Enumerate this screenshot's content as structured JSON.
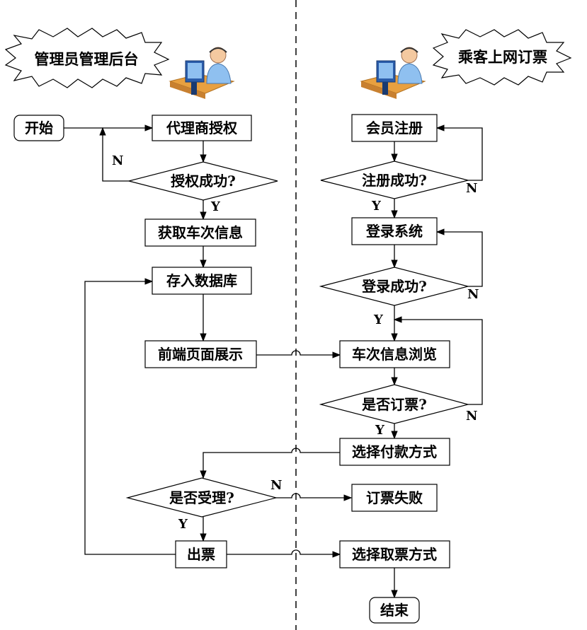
{
  "left_title": "管理员管理后台",
  "right_title": "乘客上网订票",
  "nodes": {
    "start": "开始",
    "agent_auth": "代理商授权",
    "auth_ok": "授权成功?",
    "get_train": "获取车次信息",
    "save_db": "存入数据库",
    "frontend": "前端页面展示",
    "register": "会员注册",
    "register_ok": "注册成功?",
    "login": "登录系统",
    "login_ok": "登录成功?",
    "browse": "车次信息浏览",
    "order_q": "是否订票?",
    "pay_method": "选择付款方式",
    "accept_q": "是否受理?",
    "order_fail": "订票失败",
    "issue": "出票",
    "pickup_method": "选择取票方式",
    "end": "结束"
  },
  "labels": {
    "yes": "Y",
    "no": "N"
  },
  "colors": {
    "line": "#000000",
    "accent_skin": "#f4c9a0",
    "monitor": "#2a5caa",
    "desk": "#e8a040"
  },
  "icons": [
    "operator-at-computer-icon",
    "operator-at-computer-icon"
  ]
}
